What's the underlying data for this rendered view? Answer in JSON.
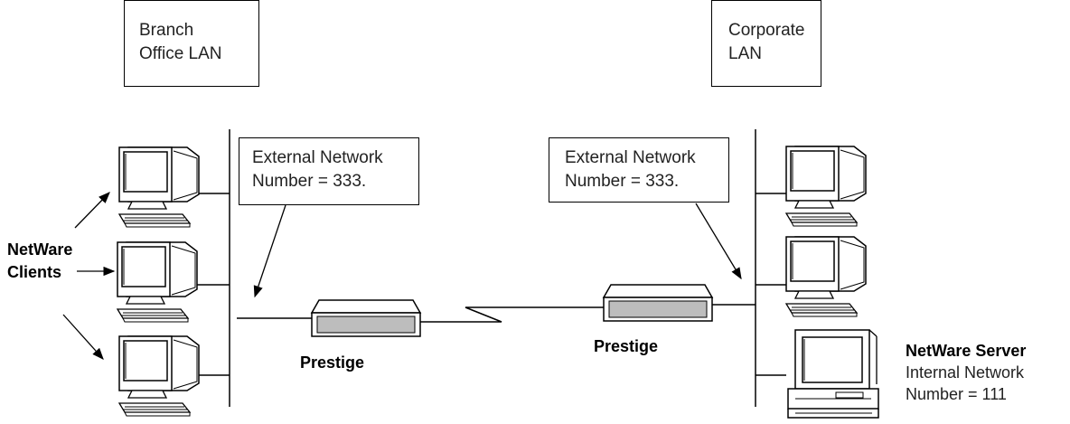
{
  "lan_boxes": {
    "branch": {
      "line1": "Branch",
      "line2": "Office LAN"
    },
    "corporate": {
      "line1": "Corporate",
      "line2": "LAN"
    }
  },
  "callouts": {
    "left": {
      "line1": "External Network",
      "line2": "Number = 333."
    },
    "right": {
      "line1": "External Network",
      "line2": "Number = 333."
    }
  },
  "clients_label": {
    "line1": "NetWare",
    "line2": "Clients"
  },
  "routers": {
    "left": "Prestige",
    "right": "Prestige"
  },
  "server": {
    "title": "NetWare Server",
    "line2": "Internal Network",
    "line3": "Number = 111"
  }
}
